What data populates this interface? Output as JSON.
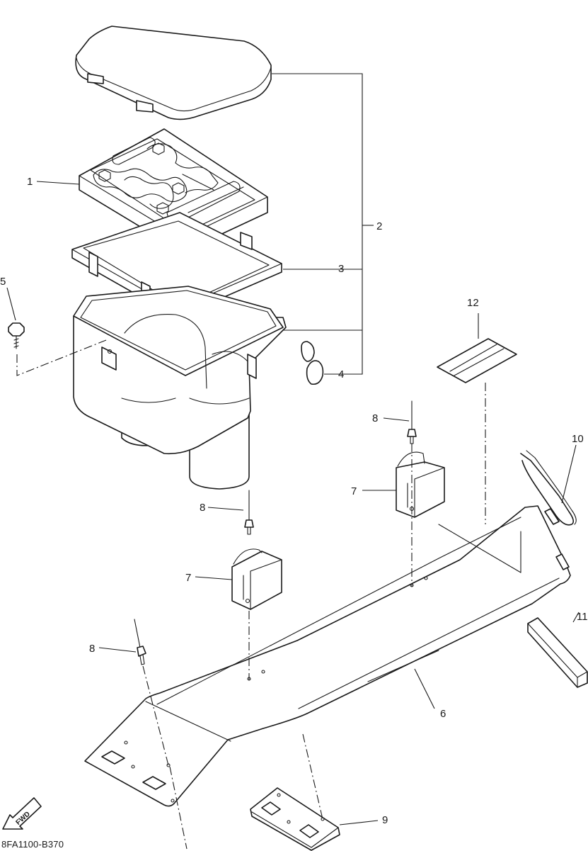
{
  "drawing_code": "8FA1100-B370",
  "fwd_label": "FWD",
  "callouts": {
    "c1": "1",
    "c2": "2",
    "c3": "3",
    "c4": "4",
    "c5": "5",
    "c6": "6",
    "c7a": "7",
    "c7b": "7",
    "c8a": "8",
    "c8b": "8",
    "c8c": "8",
    "c9": "9",
    "c10": "10",
    "c11": "11",
    "c12": "12"
  }
}
